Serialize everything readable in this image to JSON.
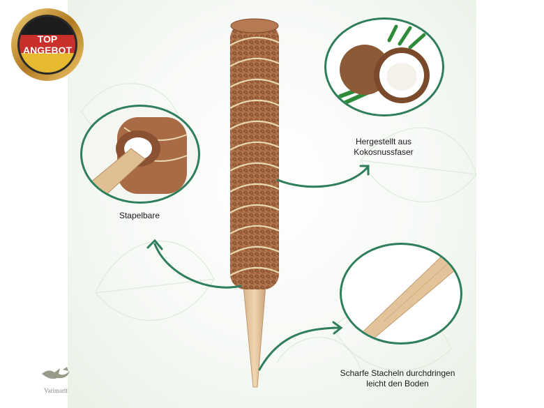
{
  "badge": {
    "line1": "TOP",
    "line2": "ANGEBOT"
  },
  "callouts": {
    "stackable": "Stapelbare",
    "coconut_line1": "Hergestellt aus",
    "coconut_line2": "Kokosnussfaser",
    "spike_line1": "Scharfe Stacheln durchdringen",
    "spike_line2": "leicht den Boden"
  },
  "logo": {
    "text": "Varimartt"
  },
  "colors": {
    "accent_green": "#2e7d5b",
    "badge_gold": "#c8962f",
    "badge_dark": "#2a2a2a",
    "coir": "#a86b45",
    "wood": "#e8c9a0"
  },
  "icons": [
    "hummingbird-logo-icon",
    "coconut-image",
    "stacked-pole-image",
    "spike-image",
    "coir-pole-image",
    "arrow-icon"
  ]
}
